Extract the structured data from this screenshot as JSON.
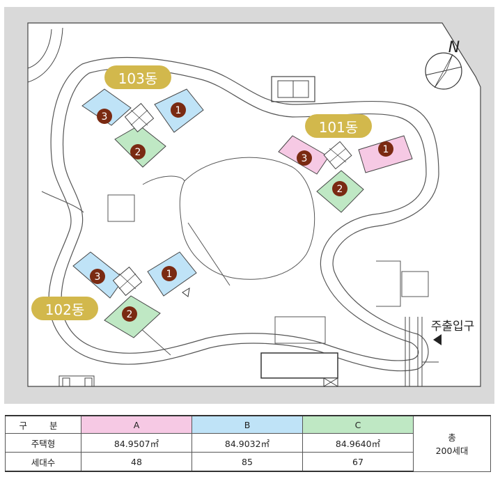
{
  "plan": {
    "entrance_label": "주출입구",
    "north_label": "N",
    "buildings": [
      {
        "name": "103동",
        "units": [
          "1",
          "2",
          "3"
        ]
      },
      {
        "name": "101동",
        "units": [
          "1",
          "2",
          "3"
        ]
      },
      {
        "name": "102동",
        "units": [
          "1",
          "2",
          "3"
        ]
      }
    ]
  },
  "colors": {
    "type_a": "#f6c9e4",
    "type_b": "#bfe3f7",
    "type_c": "#bfe8c4",
    "label_bg": "#d2b84c",
    "unit_circle": "#7a2a12"
  },
  "table": {
    "header": {
      "label": "구 분",
      "a": "A",
      "b": "B",
      "c": "C"
    },
    "rows": [
      {
        "label": "주택형",
        "a": "84.9507㎡",
        "b": "84.9032㎡",
        "c": "84.9640㎡"
      },
      {
        "label": "세대수",
        "a": "48",
        "b": "85",
        "c": "67"
      }
    ],
    "total_label": "총",
    "total_value": "200세대"
  }
}
